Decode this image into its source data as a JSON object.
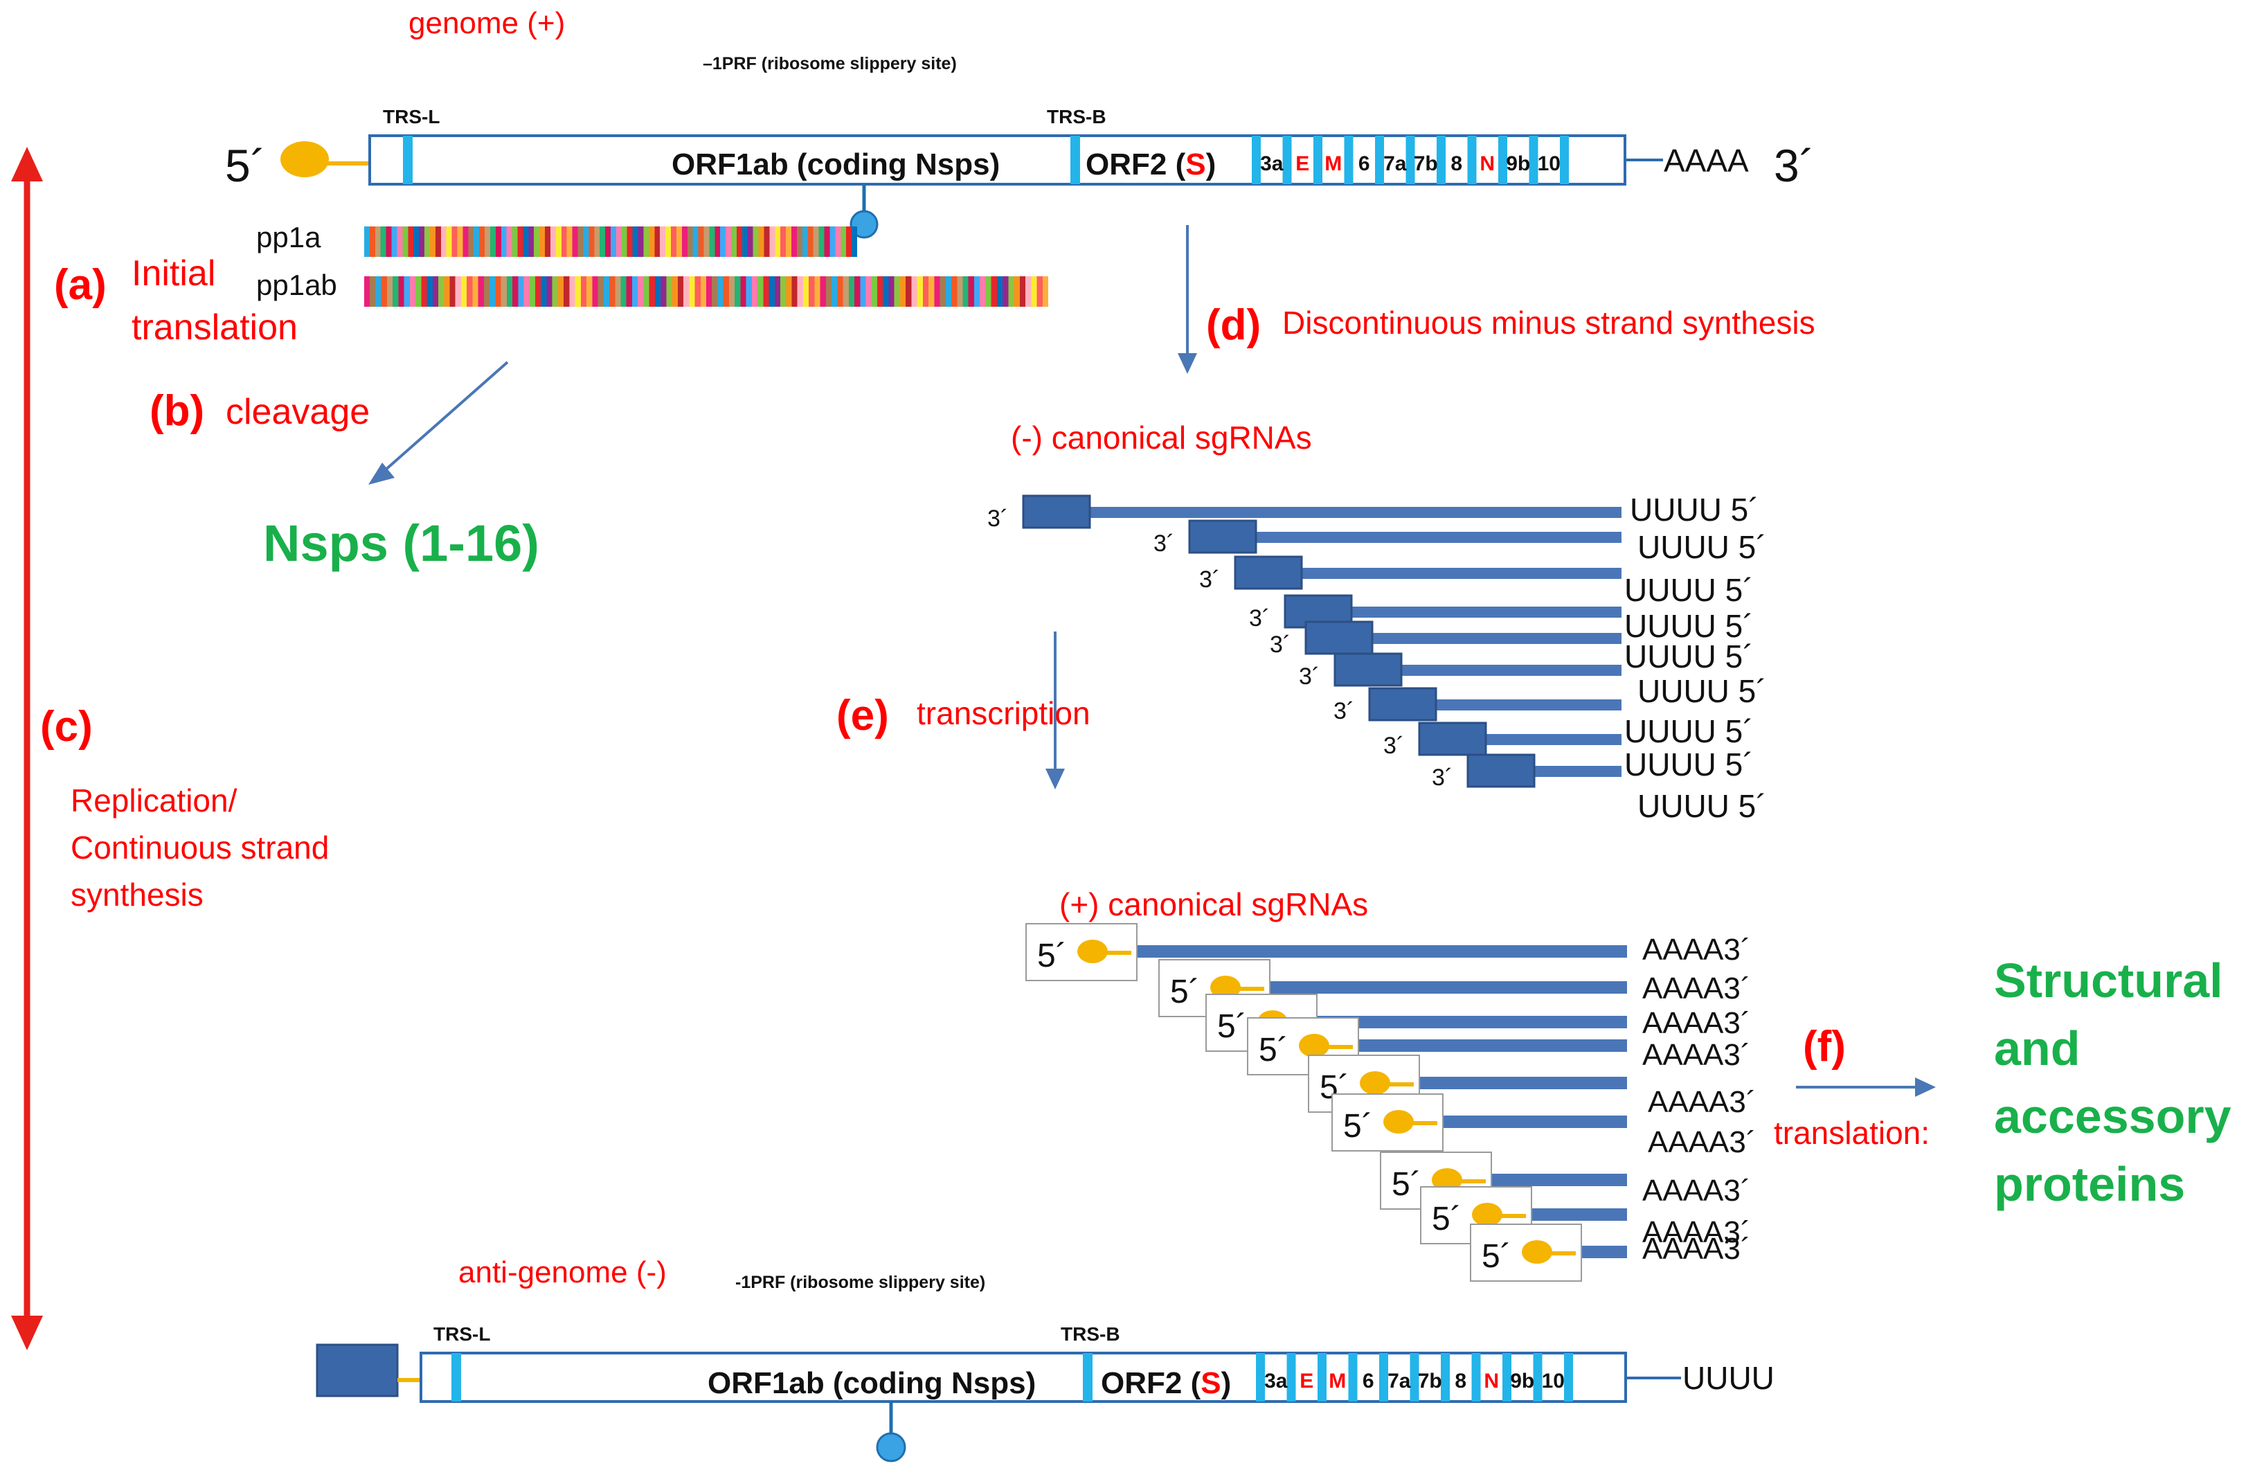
{
  "genome_plus": {
    "title": "genome (+)",
    "prf_label": "–1PRF (ribosome slippery site)",
    "trs_l": "TRS-L",
    "trs_b": "TRS-B",
    "five_prime": "5´",
    "three_prime": "3´",
    "poly_a": "AAAA",
    "orf1ab": "ORF1ab (coding Nsps)",
    "orf2_prefix": "ORF2 (",
    "orf2_s": "S",
    "orf2_suffix": ")",
    "genes": [
      "3a",
      "E",
      "M",
      "6",
      "7a",
      "7b",
      "8",
      "N",
      "9b",
      "10"
    ]
  },
  "polyproteins": {
    "pp1a": "pp1a",
    "pp1ab": "pp1ab"
  },
  "steps": {
    "a_letter": "(a)",
    "a_text_1": "Initial",
    "a_text_2": "translation",
    "b_letter": "(b)",
    "b_text": "cleavage",
    "c_letter": "(c)",
    "c_text_1": "Replication/",
    "c_text_2": "Continuous strand",
    "c_text_3": "synthesis",
    "d_letter": "(d)",
    "d_text": "Discontinuous minus strand synthesis",
    "e_letter": "(e)",
    "e_text": "transcription",
    "f_letter": "(f)",
    "f_text": "translation:"
  },
  "products": {
    "nsps": "Nsps (1-16)",
    "structural_1": "Structural",
    "structural_2": "and",
    "structural_3": "accessory",
    "structural_4": "proteins"
  },
  "minus_sgrnas": {
    "title": "(-) canonical sgRNAs",
    "three_prime": "3´",
    "tail": "UUUU 5´",
    "count": 9
  },
  "plus_sgrnas": {
    "title": "(+) canonical sgRNAs",
    "five_prime": "5´",
    "tail": "AAAA3´",
    "count": 9
  },
  "antigenome": {
    "title": "anti-genome (-)",
    "prf_label": "-1PRF (ribosome slippery site)",
    "trs_l": "TRS-L",
    "trs_b": "TRS-B",
    "poly_u": "UUUU",
    "orf1ab": "ORF1ab (coding Nsps)",
    "orf2_prefix": "ORF2 (",
    "orf2_s": "S",
    "orf2_suffix": ")",
    "genes": [
      "3a",
      "E",
      "M",
      "6",
      "7a",
      "7b",
      "8",
      "N",
      "9b",
      "10"
    ]
  },
  "colors": {
    "label_red": "#ff0000",
    "product_green": "#19b04b",
    "rna_blue": "#4a76b8",
    "tick_cyan": "#23b4ea",
    "cap_yellow": "#f4b400",
    "cycle_arrow": "#e8201a"
  }
}
